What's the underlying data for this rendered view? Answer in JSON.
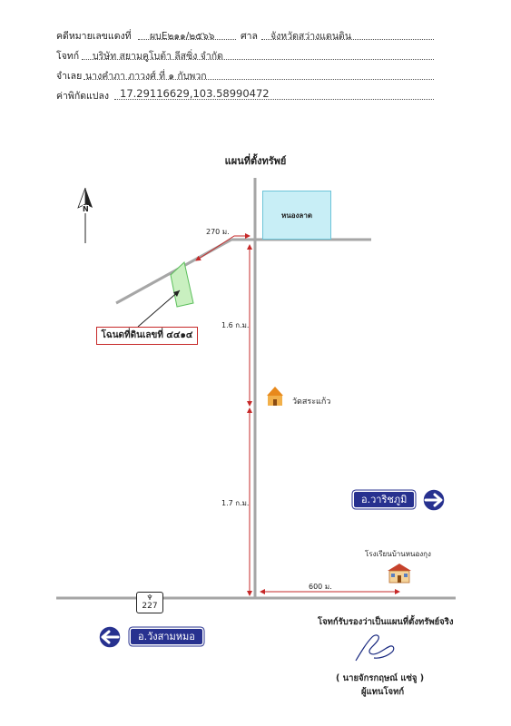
{
  "header": {
    "case_label": "คดีหมายเลขแดงที่",
    "case_no": "ผบE๒๑๑/๒๕๖๖",
    "court_label": "ศาล",
    "court_name": "จังหวัดสว่างแดนดิน",
    "plaintiff_label": "โจทก์",
    "plaintiff_name": "บริษัท สยามคูโบต้า ลีสซิ่ง จำกัด",
    "defendant_label": "จำเลย",
    "defendant_name": "นางคำภา ภาวงศ์ ที่ ๑ กับพวก",
    "coord_label": "ค่าพิกัดแปลง",
    "coord_value": "17.29116629,103.58990472"
  },
  "map": {
    "title": "แผนที่ตั้งทรัพย์",
    "north": "N",
    "pond": "หนองลาด",
    "deed": "โฉนดที่ดินเลขที่ ๔๔๑๔",
    "dist_270": "270 ม.",
    "dist_16": "1.6 ก.ม.",
    "dist_17": "1.7 ก.ม.",
    "dist_600": "600 ม.",
    "temple": "วัดสระแก้ว",
    "school": "โรงเรียนบ้านหนองกุง",
    "district_right": "อ.วาริชภูมิ",
    "district_left": "อ.วังสามหมอ",
    "route_no": "227",
    "route_shield": "♆"
  },
  "signature": {
    "certify": "โจทก์รับรองว่าเป็นแผนที่ตั้งทรัพย์จริง",
    "name": "(    นายจักรกฤษณ์ แซ่จู    )",
    "role": "ผู้แทนโจทก์"
  },
  "colors": {
    "road": "#a6a6a6",
    "dimension": "#c62828",
    "plot_fill": "#c9f0c0",
    "plot_stroke": "#5cbf5c",
    "sign_blue": "#27318f"
  }
}
